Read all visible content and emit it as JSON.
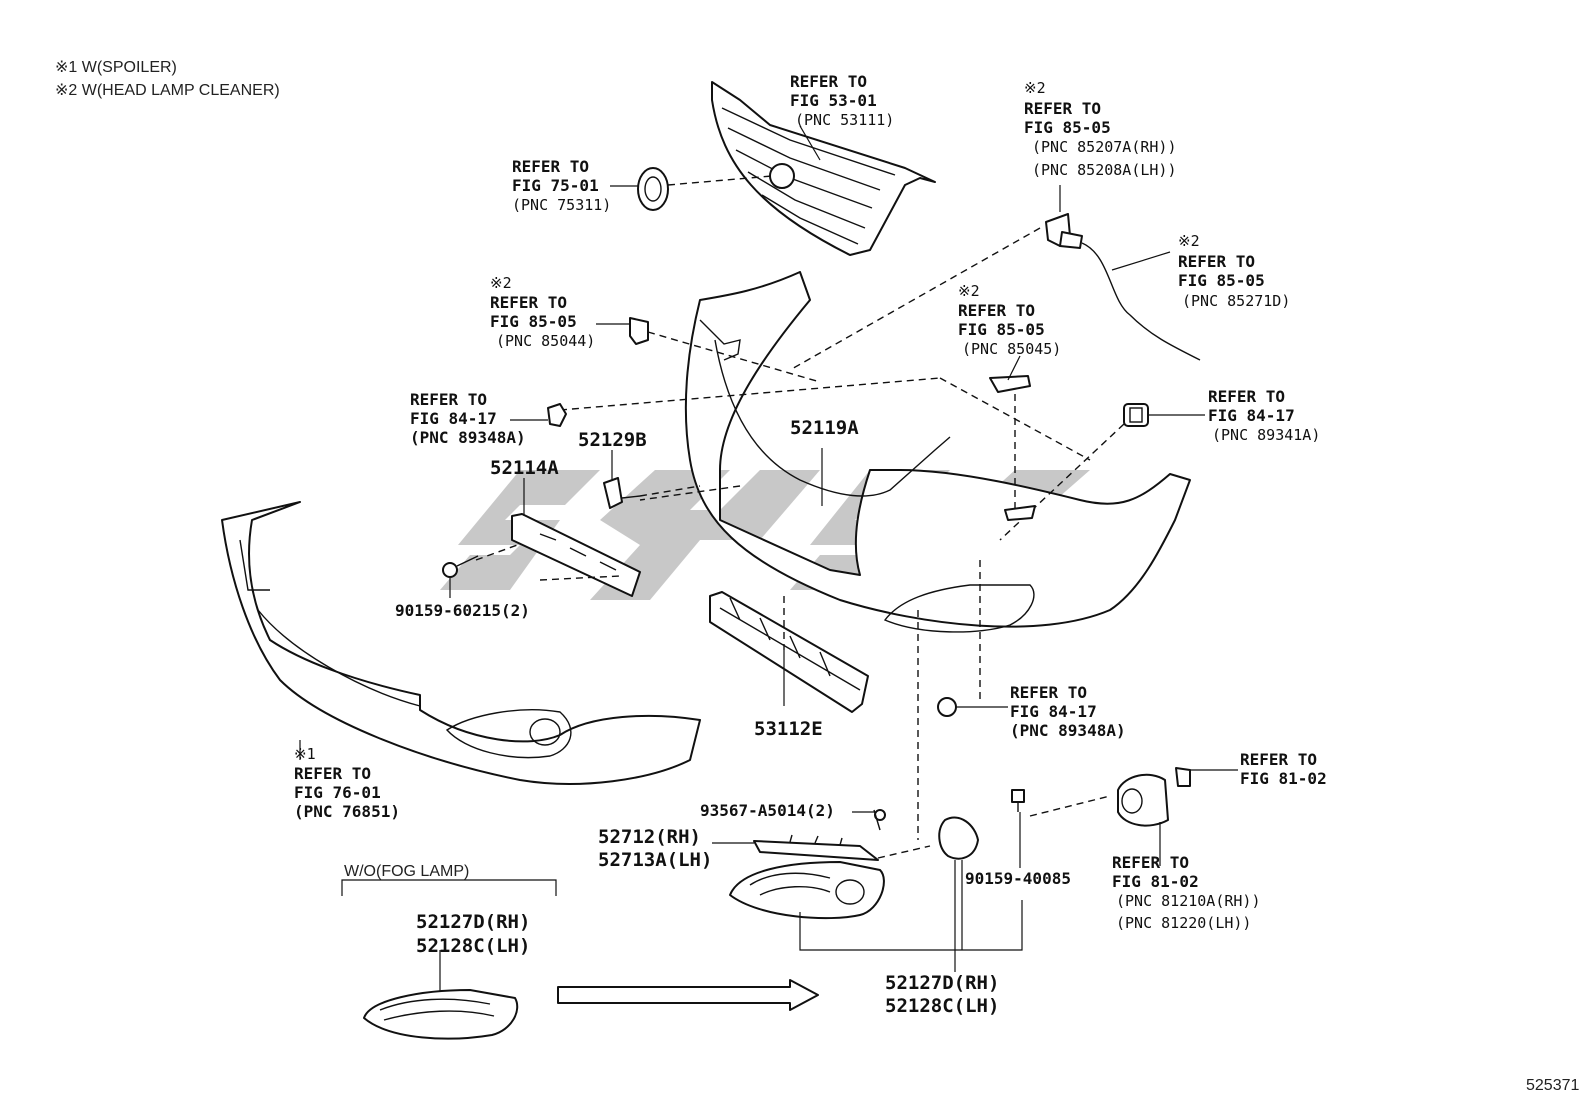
{
  "notes": [
    "※1 W(SPOILER)",
    "※2 W(HEAD LAMP CLEANER)"
  ],
  "callouts": {
    "grille": [
      "REFER TO",
      "FIG 53-01",
      "(PNC 53111)"
    ],
    "emblem": [
      "REFER TO",
      "FIG 75-01",
      "(PNC 75311)"
    ],
    "washer_nozzle": [
      "※2",
      "REFER TO",
      "FIG 85-05",
      "(PNC 85207A(RH))",
      "(PNC 85208A(LH))"
    ],
    "washer_hose": [
      "※2",
      "REFER TO",
      "FIG 85-05",
      "(PNC 85271D)"
    ],
    "bracket_85044": [
      "※2",
      "REFER TO",
      "FIG 85-05",
      "(PNC 85044)"
    ],
    "bracket_85045": [
      "※2",
      "REFER TO",
      "FIG 85-05",
      "(PNC 85045)"
    ],
    "sensor_clip_left": [
      "REFER TO",
      "FIG 84-17",
      "(PNC 89348A)"
    ],
    "sensor_right": [
      "REFER TO",
      "FIG 84-17",
      "(PNC 89341A)"
    ],
    "sensor_lower": [
      "REFER TO",
      "FIG 84-17",
      "(PNC 89348A)"
    ],
    "spoiler": [
      "※1",
      "REFER TO",
      "FIG 76-01",
      "(PNC 76851)"
    ],
    "fog_bulb": [
      "REFER TO",
      "FIG 81-02"
    ],
    "fog_lamp": [
      "REFER TO",
      "FIG 81-02",
      "(PNC 81210A(RH))",
      "(PNC 81220(LH))"
    ]
  },
  "parts": {
    "bumper_cover": "52119A",
    "plate_cover": "52129B",
    "plate_bracket": "52114A",
    "screw": "90159-60215(2)",
    "lower_grille": "53112E",
    "clip": "93567-A5014(2)",
    "moulding": [
      "52712(RH)",
      "52713A(LH)"
    ],
    "screw2": "90159-40085",
    "fog_cover": [
      "52127D(RH)",
      "52128C(LH)"
    ]
  },
  "variant": {
    "title": "W/O(FOG LAMP)",
    "labels": [
      "52127D(RH)",
      "52128C(LH)"
    ]
  },
  "diagram_id": "525371"
}
